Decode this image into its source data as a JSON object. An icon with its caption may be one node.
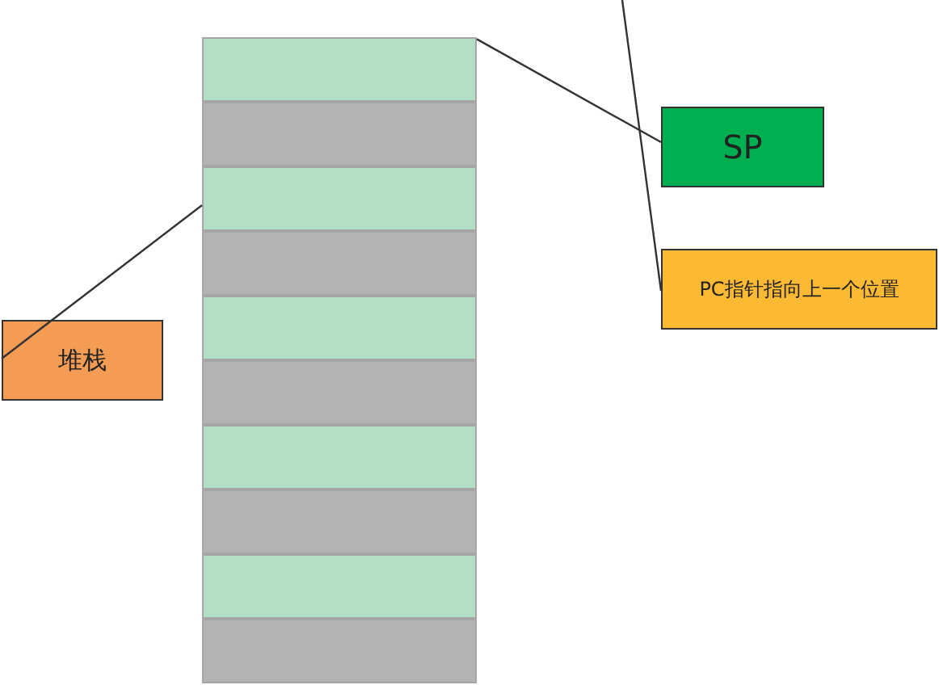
{
  "diagram": {
    "nodes": [
      {
        "text": [],
        "shape": "bar"
      },
      {
        "text": [],
        "shape": "bar"
      },
      {
        "text": [],
        "shape": "bar"
      },
      {
        "text": [],
        "shape": "bar"
      },
      {
        "text": [],
        "shape": "bar"
      },
      {
        "text": [],
        "shape": "bar"
      },
      {
        "text": [],
        "shape": "bar"
      },
      {
        "text": [],
        "shape": "bar"
      },
      {
        "text": [],
        "shape": "bar"
      },
      {
        "text": [],
        "shape": "bar"
      },
      {
        "text": [
          "SP"
        ]
      },
      {
        "text": [
          "PC指针指向上一个位置"
        ]
      },
      {
        "text": [
          "堆栈"
        ]
      }
    ],
    "edges": [
      {
        "from": 10,
        "to": 0,
        "arrow": "none"
      },
      {
        "from": null,
        "to": 11,
        "arrow": "none"
      },
      {
        "from": 12,
        "to": 2,
        "arrow": "none"
      }
    ]
  }
}
